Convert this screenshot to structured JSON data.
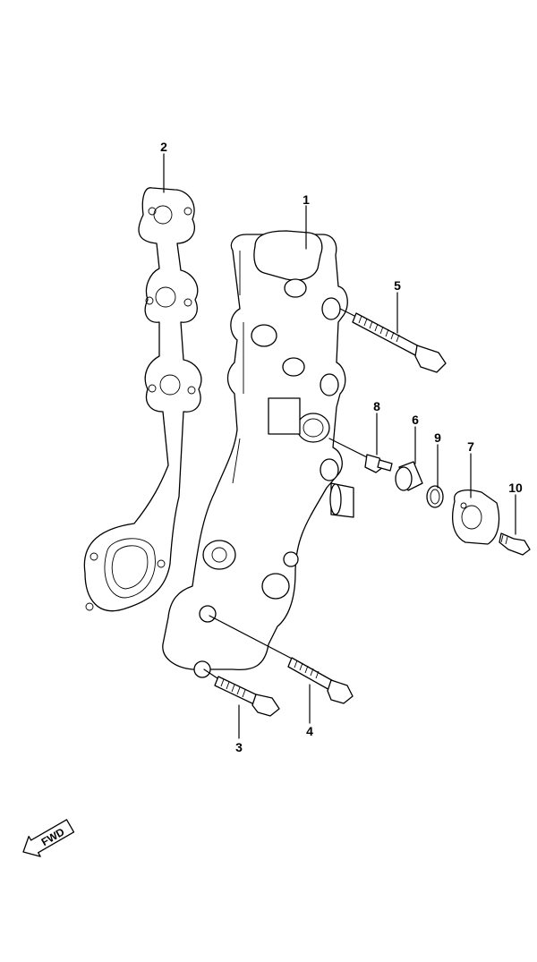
{
  "diagram": {
    "callouts": [
      "1",
      "2",
      "3",
      "4",
      "5",
      "6",
      "7",
      "8",
      "9",
      "10"
    ],
    "fwd_label": "FWD",
    "line_color": "#000000",
    "background": "#ffffff"
  }
}
